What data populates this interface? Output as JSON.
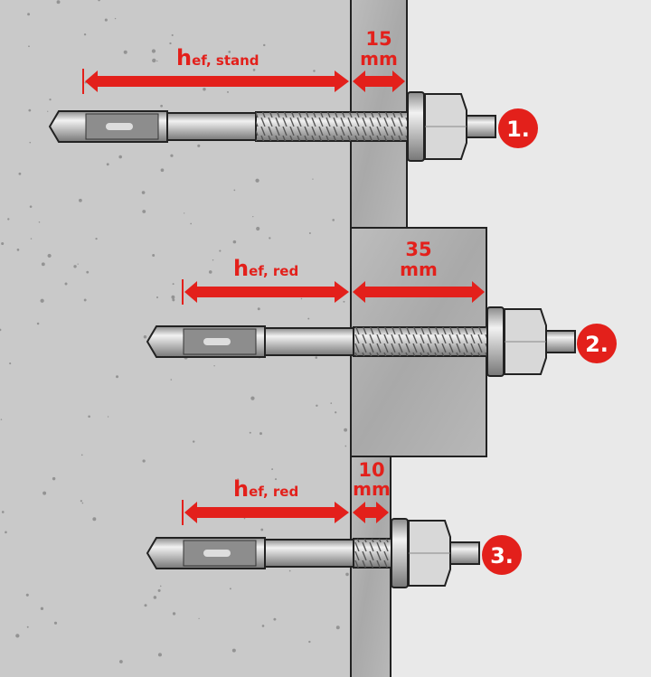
{
  "colors": {
    "accent": "#e3201b",
    "concrete": "#c9c9c9",
    "plate": "#b3b3b3",
    "background": "#e9e9e9",
    "steel": "#d4d4d4"
  },
  "anchors": [
    {
      "number": "1.",
      "h_main": "h",
      "h_sub": "ef, stand",
      "thickness_value": "15",
      "thickness_unit": "mm"
    },
    {
      "number": "2.",
      "h_main": "h",
      "h_sub": "ef, red",
      "thickness_value": "35",
      "thickness_unit": "mm"
    },
    {
      "number": "3.",
      "h_main": "h",
      "h_sub": "ef, red",
      "thickness_value": "10",
      "thickness_unit": "mm"
    }
  ]
}
